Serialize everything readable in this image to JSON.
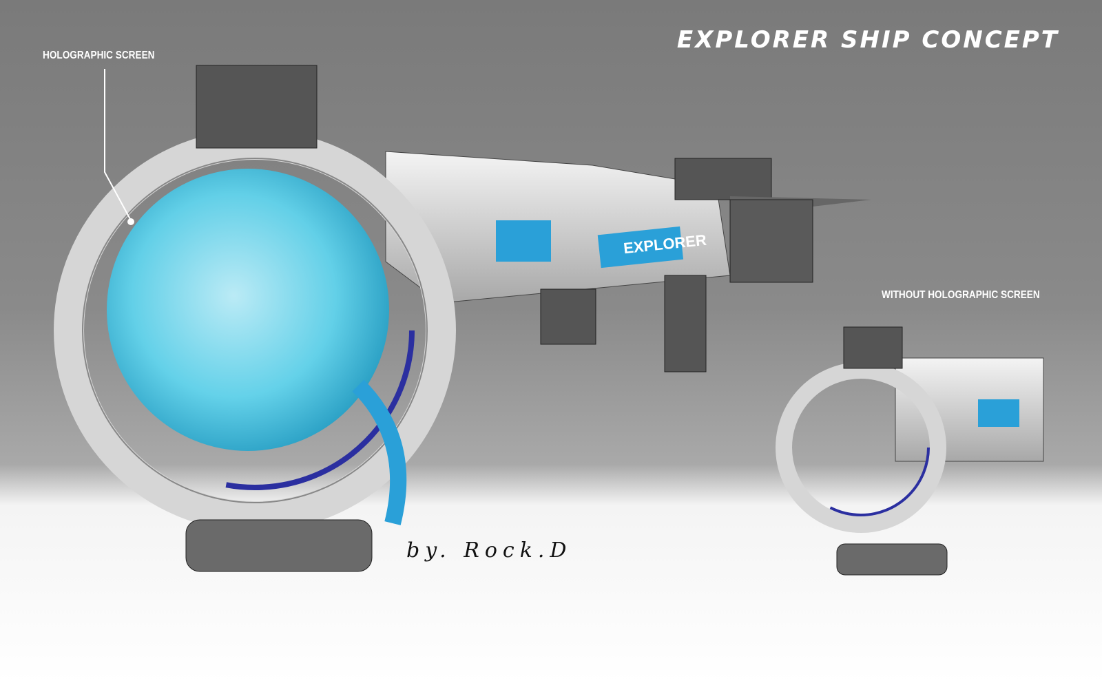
{
  "title": "EXPLORER SHIP CONCEPT",
  "labels": {
    "holographic": "HOLOGRAPHIC SCREEN",
    "without": "WITHOUT HOLOGRAPHIC SCREEN"
  },
  "hull_text": "EXPLORER",
  "signature": "by. Rock.D",
  "colors": {
    "accent": "#2aa0d8",
    "hologram": "#5fd6f0",
    "hull": "#e6e6e6",
    "background": "#7f7f7f"
  }
}
